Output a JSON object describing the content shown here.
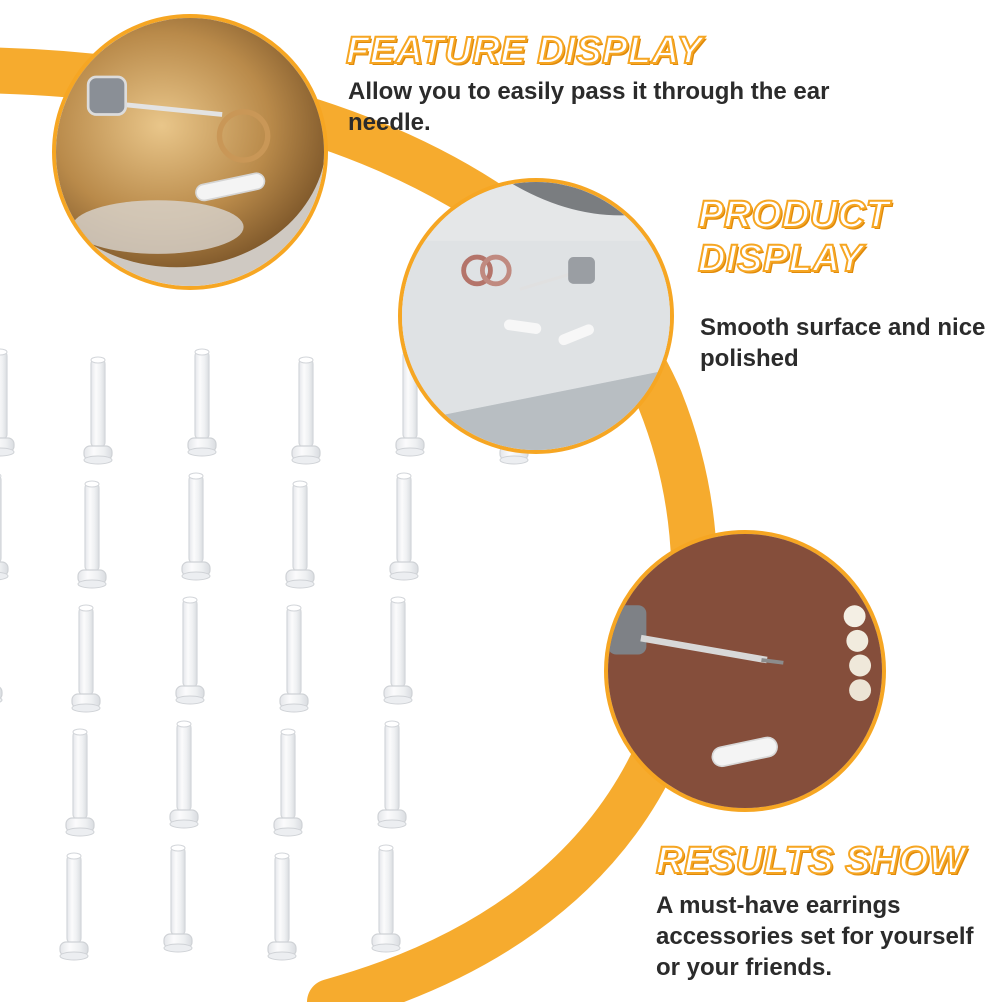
{
  "sections": [
    {
      "heading": "FEATURE DISPLAY",
      "description": "Allow you to easily pass it through the ear needle."
    },
    {
      "heading_line1": "PRODUCT",
      "heading_line2": "DISPLAY",
      "description": "Smooth surface and nice polished"
    },
    {
      "heading": "RESULTS SHOW",
      "description": "A must-have earrings accessories set for yourself or your friends."
    }
  ],
  "colors": {
    "accent": "#f6a623",
    "accent_dark": "#e08a0a",
    "text": "#2b2b2b"
  }
}
